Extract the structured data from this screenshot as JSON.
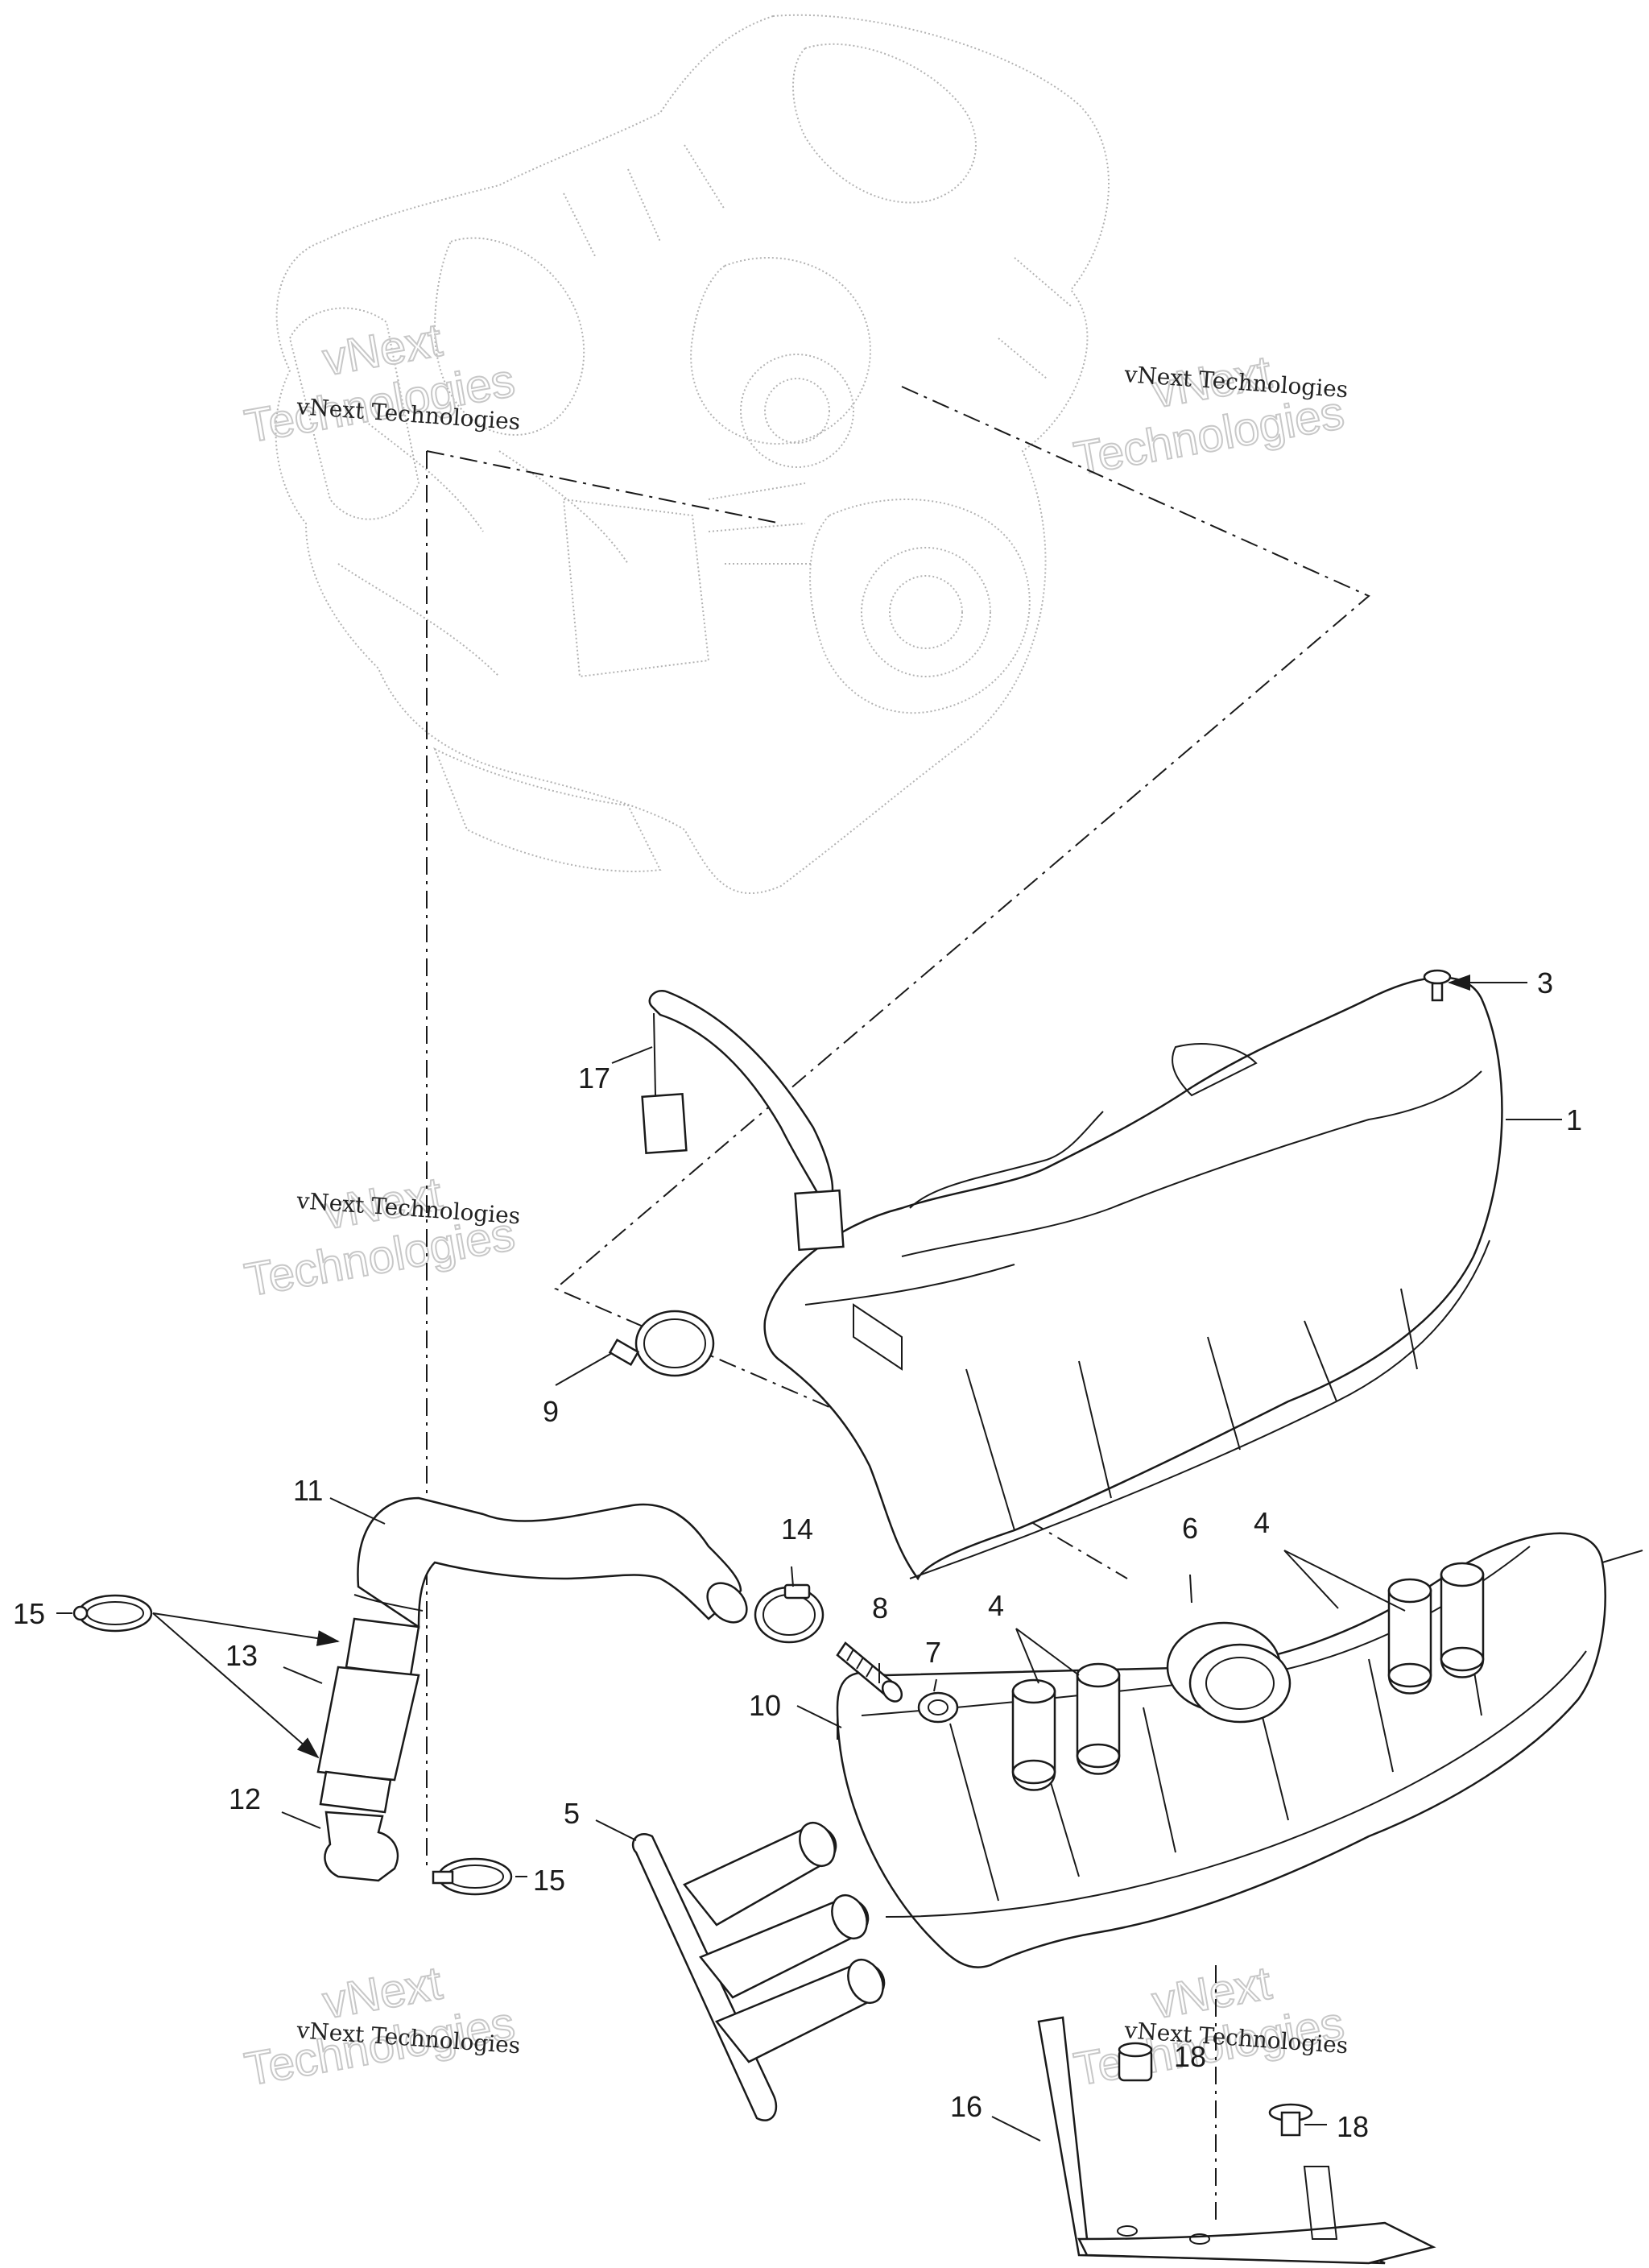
{
  "watermark": {
    "line1": "vNext Technologies",
    "line2a": "vNext",
    "line2b": "Technologies"
  },
  "callouts": {
    "c1": "1",
    "c3": "3",
    "c4a": "4",
    "c4b": "4",
    "c5": "5",
    "c6": "6",
    "c7": "7",
    "c8": "8",
    "c9": "9",
    "c10": "10",
    "c11": "11",
    "c12": "12",
    "c13": "13",
    "c14": "14",
    "c15a": "15",
    "c15b": "15",
    "c16": "16",
    "c17": "17",
    "c18a": "18",
    "c18b": "18"
  }
}
